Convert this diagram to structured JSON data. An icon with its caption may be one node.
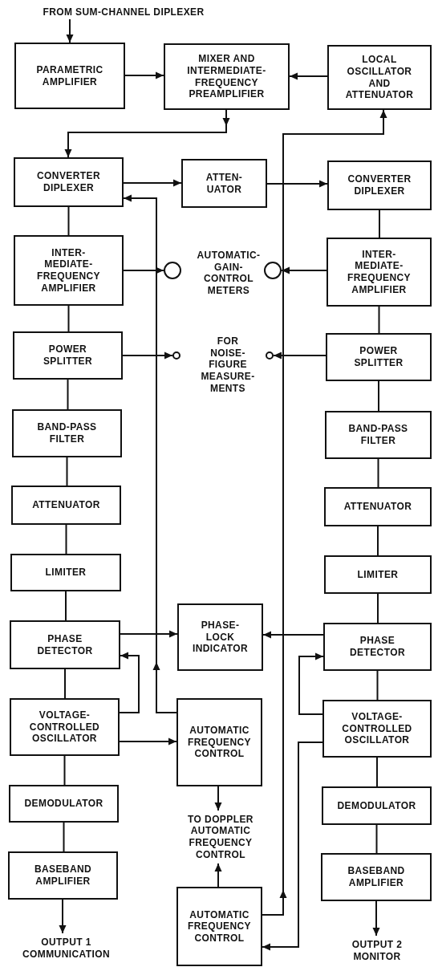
{
  "diagram": {
    "nodes": [
      {
        "text": [
          "FROM SUM-CHANNEL DIPLEXER"
        ]
      },
      {
        "text": [
          "PARAMETRIC AMPLIFIER"
        ]
      },
      {
        "text": [
          "MIXER AND INTERMEDIATE- FREQUENCY PREAMPLIFIER"
        ]
      },
      {
        "text": [
          "LOCAL OSCILLATOR AND ATTENUATOR"
        ]
      },
      {
        "text": [
          "CONVERTER DIPLEXER"
        ]
      },
      {
        "text": [
          "ATTEN- UATOR"
        ]
      },
      {
        "text": [
          "CONVERTER DIPLEXER"
        ]
      },
      {
        "text": [
          "INTER- MEDIATE- FREQUENCY AMPLIFIER"
        ]
      },
      {
        "text": [],
        "shape": "circle"
      },
      {
        "text": [],
        "shape": "circle"
      },
      {
        "text": [
          "INTER- MEDIATE- FREQUENCY AMPLIFIER"
        ]
      },
      {
        "text": [
          "POWER SPLITTER"
        ]
      },
      {
        "text": [],
        "shape": "circle"
      },
      {
        "text": [],
        "shape": "circle"
      },
      {
        "text": [
          "POWER SPLITTER"
        ]
      },
      {
        "text": [
          "BAND-PASS FILTER"
        ]
      },
      {
        "text": [
          "BAND-PASS FILTER"
        ]
      },
      {
        "text": [
          "ATTENUATOR"
        ]
      },
      {
        "text": [
          "ATTENUATOR"
        ]
      },
      {
        "text": [
          "LIMITER"
        ]
      },
      {
        "text": [
          "LIMITER"
        ]
      },
      {
        "text": [
          "PHASE DETECTOR"
        ]
      },
      {
        "text": [
          "PHASE- LOCK INDICATOR"
        ]
      },
      {
        "text": [
          "PHASE DETECTOR"
        ]
      },
      {
        "text": [
          "VOLTAGE- CONTROLLED OSCILLATOR"
        ]
      },
      {
        "text": [
          "AUTOMATIC FREQUENCY CONTROL"
        ]
      },
      {
        "text": [
          "VOLTAGE- CONTROLLED OSCILLATOR"
        ]
      },
      {
        "text": [
          "DEMODULATOR"
        ]
      },
      {
        "text": [
          "TO DOPPLER AUTOMATIC FREQUENCY CONTROL"
        ]
      },
      {
        "text": [
          "DEMODULATOR"
        ]
      },
      {
        "text": [
          "BASEBAND AMPLIFIER"
        ]
      },
      {
        "text": [
          "BASEBAND AMPLIFIER"
        ]
      },
      {
        "text": [
          "AUTOMATIC FREQUENCY CONTROL"
        ]
      },
      {
        "text": [
          "OUTPUT 1 COMMUNICATION"
        ]
      },
      {
        "text": [
          "OUTPUT 2 MONITOR"
        ]
      }
    ],
    "edges": [
      {
        "from": 0,
        "to": 1,
        "arrow": "to"
      },
      {
        "from": 1,
        "to": 2,
        "arrow": "to"
      },
      {
        "from": 3,
        "to": 2,
        "arrow": "to"
      },
      {
        "from": 2,
        "to": 4,
        "arrow": "to"
      },
      {
        "from": 4,
        "to": 5,
        "arrow": "to"
      },
      {
        "from": 5,
        "to": 6,
        "arrow": "to"
      },
      {
        "from": 32,
        "to": 3,
        "arrow": "to"
      },
      {
        "from": 25,
        "to": 4,
        "arrow": "to"
      },
      {
        "from": 4,
        "to": 7,
        "arrow": "none"
      },
      {
        "from": 7,
        "to": 11,
        "arrow": "none"
      },
      {
        "from": 11,
        "to": 15,
        "arrow": "none"
      },
      {
        "from": 15,
        "to": 17,
        "arrow": "none"
      },
      {
        "from": 17,
        "to": 19,
        "arrow": "none"
      },
      {
        "from": 19,
        "to": 21,
        "arrow": "none"
      },
      {
        "from": 21,
        "to": 24,
        "arrow": "none"
      },
      {
        "from": 24,
        "to": 27,
        "arrow": "none"
      },
      {
        "from": 27,
        "to": 30,
        "arrow": "none"
      },
      {
        "from": 6,
        "to": 10,
        "arrow": "none"
      },
      {
        "from": 10,
        "to": 14,
        "arrow": "none"
      },
      {
        "from": 14,
        "to": 16,
        "arrow": "none"
      },
      {
        "from": 16,
        "to": 18,
        "arrow": "none"
      },
      {
        "from": 18,
        "to": 20,
        "arrow": "none"
      },
      {
        "from": 20,
        "to": 23,
        "arrow": "none"
      },
      {
        "from": 23,
        "to": 26,
        "arrow": "none"
      },
      {
        "from": 26,
        "to": 29,
        "arrow": "none"
      },
      {
        "from": 29,
        "to": 31,
        "arrow": "none"
      },
      {
        "from": 30,
        "to": 33,
        "arrow": "to"
      },
      {
        "from": 31,
        "to": 34,
        "arrow": "to"
      },
      {
        "from": 7,
        "to": 8,
        "arrow": "to"
      },
      {
        "from": 10,
        "to": 9,
        "arrow": "to"
      },
      {
        "from": 11,
        "to": 12,
        "arrow": "to"
      },
      {
        "from": 14,
        "to": 13,
        "arrow": "to"
      },
      {
        "from": 21,
        "to": 22,
        "arrow": "to"
      },
      {
        "from": 23,
        "to": 22,
        "arrow": "to"
      },
      {
        "from": 24,
        "to": 21,
        "arrow": "to"
      },
      {
        "from": 24,
        "to": 25,
        "arrow": "to"
      },
      {
        "from": 25,
        "to": 28,
        "arrow": "to"
      },
      {
        "from": 32,
        "to": 28,
        "arrow": "to"
      },
      {
        "from": 26,
        "to": 23,
        "arrow": "to"
      },
      {
        "from": 26,
        "to": 32,
        "arrow": "to"
      }
    ],
    "labels": [
      "AUTOMATIC- GAIN- CONTROL METERS",
      "FOR NOISE- FIGURE MEASURE- MENTS"
    ]
  }
}
